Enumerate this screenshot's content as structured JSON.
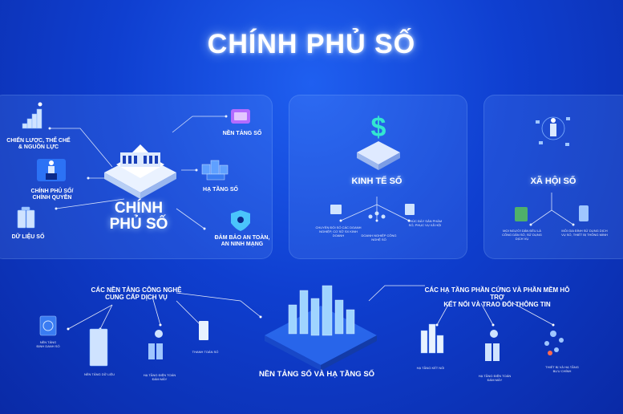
{
  "title": "CHÍNH PHỦ SỐ",
  "left_panel": {
    "center_label": [
      "CHÍNH",
      "PHỦ SỐ"
    ],
    "nodes": {
      "chien_luoc": [
        "CHIẾN LƯỢC, THỂ CHẾ",
        "& NGUỒN LỰC"
      ],
      "chinh_quyen": [
        "CHÍNH PHỦ SỐ/",
        "CHÍNH QUYỀN"
      ],
      "du_lieu": "DỮ LIỆU SỐ",
      "nen_tang": "NỀN TẢNG SỐ",
      "ha_tang": "HẠ TẦNG SỐ",
      "an_ninh": [
        "ĐẢM BẢO AN TOÀN,",
        "AN NINH MẠNG"
      ]
    }
  },
  "mid_panel": {
    "label": "KINH TẾ SỐ",
    "small_labels": [
      "CHUYỂN ĐỔI SỐ CÁC DOANH NGHIỆP, CƠ SỞ SX KINH DOANH",
      "DOANH NGHIỆP CÔNG NGHỆ SỐ",
      "THÚC ĐẨY SẢN PHẨM SỐ, PHỤC VỤ XÃ HỘI"
    ]
  },
  "right_panel": {
    "label": "XÃ HỘI SỐ",
    "small_labels": [
      "MỌI NGƯỜI DÂN ĐỀU LÀ CÔNG DÂN SỐ, SỬ DỤNG DỊCH VỤ",
      "MỖI GIA ĐÌNH SỬ DỤNG DỊCH VỤ SỐ, THIẾT BỊ THÔNG MINH"
    ]
  },
  "bottom": {
    "left_heading": [
      "CÁC NỀN TẢNG CÔNG NGHỆ",
      "CUNG CẤP DỊCH VỤ"
    ],
    "center_label": "NỀN TẢNG SỐ VÀ HẠ TẦNG SỐ",
    "right_heading": [
      "CÁC HẠ TẦNG PHẦN CỨNG VÀ PHẦN MỀM HỖ TRỢ",
      "KẾT NỐI VÀ TRAO ĐỔI THÔNG TIN"
    ],
    "left_items": {
      "dinh_danh": [
        "NỀN TẢNG",
        "ĐỊNH DANH SỐ"
      ],
      "du_lieu": "NỀN TẢNG DỮ LIỆU",
      "dien_toan": [
        "HẠ TẦNG ĐIỆN TOÁN",
        "ĐÁM MÂY"
      ],
      "thanh_toan": "THANH TOÁN SỐ"
    },
    "right_items": {
      "ket_noi": "HẠ TẦNG KẾT NỐI",
      "dien_toan": [
        "HẠ TẦNG ĐIỆN TOÁN",
        "ĐÁM MÂY"
      ],
      "buu_chinh": [
        "THIẾT BỊ VÀ HẠ TẦNG",
        "BƯU CHÍNH"
      ]
    }
  },
  "colors": {
    "bg": "#0f3fd0",
    "panel": "#5a8cf5",
    "accent": "#9fd4ff",
    "glow": "#aad2ff"
  }
}
